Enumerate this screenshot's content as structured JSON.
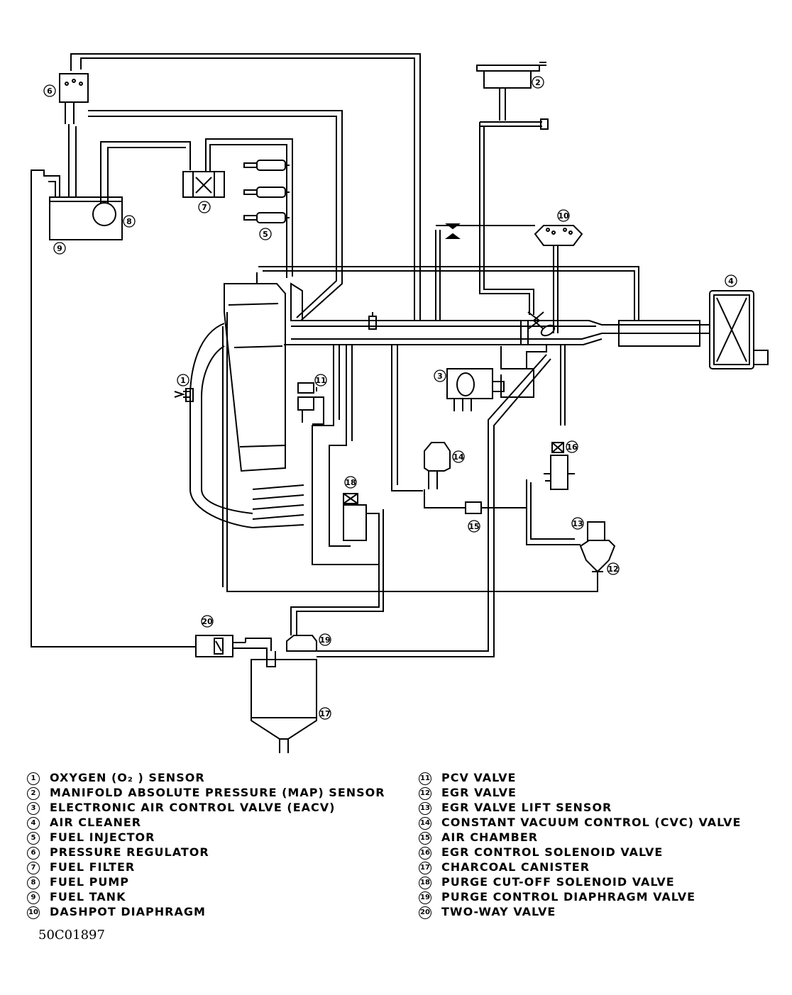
{
  "diagram": {
    "callouts": [
      "1",
      "2",
      "3",
      "4",
      "5",
      "6",
      "7",
      "8",
      "9",
      "10",
      "11",
      "12",
      "13",
      "14",
      "15",
      "16",
      "17",
      "18",
      "19",
      "20"
    ]
  },
  "legend": {
    "left": [
      {
        "num": "1",
        "label": "OXYGEN (O₂ ) SENSOR"
      },
      {
        "num": "2",
        "label": "MANIFOLD ABSOLUTE PRESSURE (MAP) SENSOR"
      },
      {
        "num": "3",
        "label": "ELECTRONIC AIR CONTROL VALVE (EACV)"
      },
      {
        "num": "4",
        "label": "AIR CLEANER"
      },
      {
        "num": "5",
        "label": "FUEL INJECTOR"
      },
      {
        "num": "6",
        "label": "PRESSURE REGULATOR"
      },
      {
        "num": "7",
        "label": "FUEL FILTER"
      },
      {
        "num": "8",
        "label": "FUEL PUMP"
      },
      {
        "num": "9",
        "label": "FUEL TANK"
      },
      {
        "num": "10",
        "label": "DASHPOT DIAPHRAGM"
      }
    ],
    "right": [
      {
        "num": "11",
        "label": "PCV VALVE"
      },
      {
        "num": "12",
        "label": "EGR VALVE"
      },
      {
        "num": "13",
        "label": "EGR VALVE LIFT SENSOR"
      },
      {
        "num": "14",
        "label": "CONSTANT VACUUM CONTROL (CVC) VALVE"
      },
      {
        "num": "15",
        "label": "AIR CHAMBER"
      },
      {
        "num": "16",
        "label": "EGR CONTROL SOLENOID VALVE"
      },
      {
        "num": "17",
        "label": "CHARCOAL CANISTER"
      },
      {
        "num": "18",
        "label": "PURGE CUT-OFF SOLENOID VALVE"
      },
      {
        "num": "19",
        "label": "PURGE CONTROL DIAPHRAGM VALVE"
      },
      {
        "num": "20",
        "label": "TWO-WAY VALVE"
      }
    ]
  },
  "figure_code": "50C01897"
}
